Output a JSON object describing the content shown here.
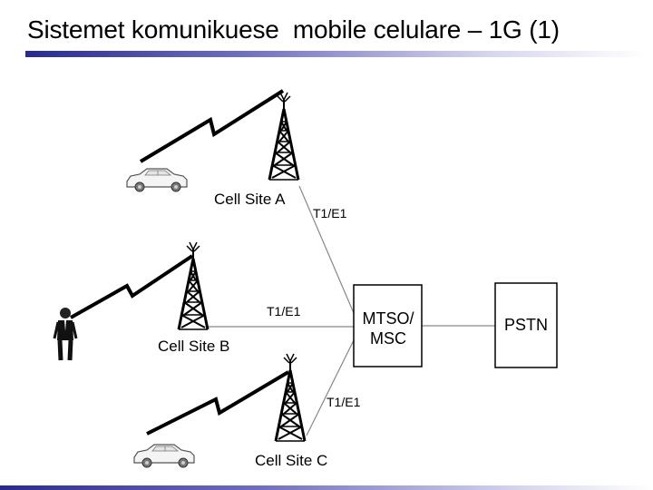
{
  "title": "Sistemet komunikuese  mobile celulare – 1G (1)",
  "cell_sites": {
    "a": "Cell Site A",
    "b": "Cell Site B",
    "c": "Cell Site C"
  },
  "links": {
    "a": "T1/E1",
    "b": "T1/E1",
    "c": "T1/E1"
  },
  "nodes": {
    "mtso_line1": "MTSO/",
    "mtso_line2": "MSC",
    "pstn": "PSTN"
  },
  "icons": [
    "car-icon",
    "person-icon",
    "cell-tower-icon",
    "radio-link-icon"
  ],
  "colors": {
    "accent": "#2a2a8c",
    "line": "#888888"
  }
}
